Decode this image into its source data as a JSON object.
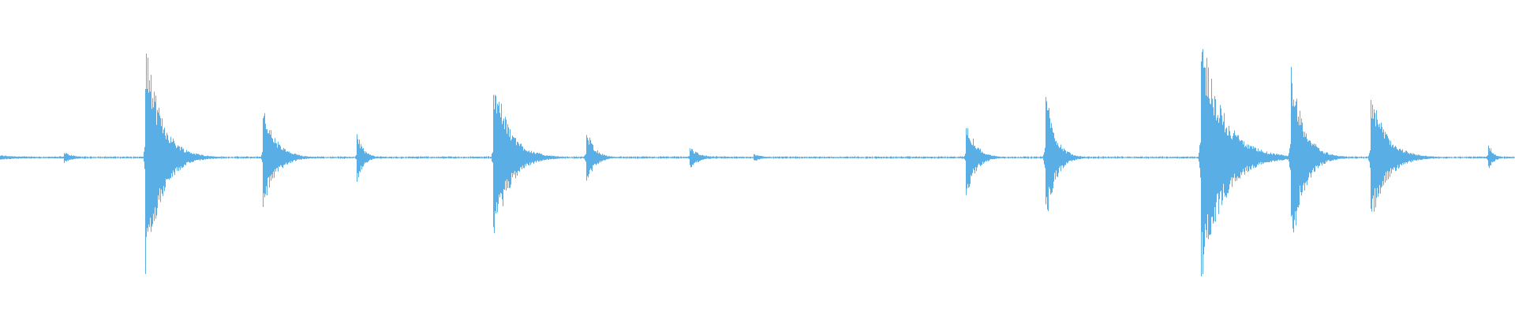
{
  "waveform": {
    "color": "#5aaee6",
    "background": "#ffffff",
    "transients": [
      {
        "t": 0.0,
        "amp": 0.015,
        "decay": 0.02
      },
      {
        "t": 0.0417,
        "amp": 0.04,
        "decay": 0.006
      },
      {
        "t": 0.0958,
        "amp": 0.78,
        "decay": 0.01
      },
      {
        "t": 0.1734,
        "amp": 0.35,
        "decay": 0.008
      },
      {
        "t": 0.2354,
        "amp": 0.18,
        "decay": 0.004
      },
      {
        "t": 0.2714,
        "amp": 0.01,
        "decay": 0.004
      },
      {
        "t": 0.3255,
        "amp": 0.58,
        "decay": 0.01
      },
      {
        "t": 0.3865,
        "amp": 0.22,
        "decay": 0.005
      },
      {
        "t": 0.4547,
        "amp": 0.08,
        "decay": 0.006
      },
      {
        "t": 0.4969,
        "amp": 0.03,
        "decay": 0.005
      },
      {
        "t": 0.6375,
        "amp": 0.27,
        "decay": 0.006
      },
      {
        "t": 0.6896,
        "amp": 0.5,
        "decay": 0.006
      },
      {
        "t": 0.7922,
        "amp": 0.88,
        "decay": 0.014
      },
      {
        "t": 0.8354,
        "amp": 0.01,
        "decay": 0.004
      },
      {
        "t": 0.8516,
        "amp": 0.69,
        "decay": 0.008
      },
      {
        "t": 0.9042,
        "amp": 0.47,
        "decay": 0.01
      },
      {
        "t": 0.9818,
        "amp": 0.12,
        "decay": 0.003
      }
    ],
    "noise_floor": 0.006,
    "center_line": 0.5,
    "vertical_scale": 0.5
  }
}
